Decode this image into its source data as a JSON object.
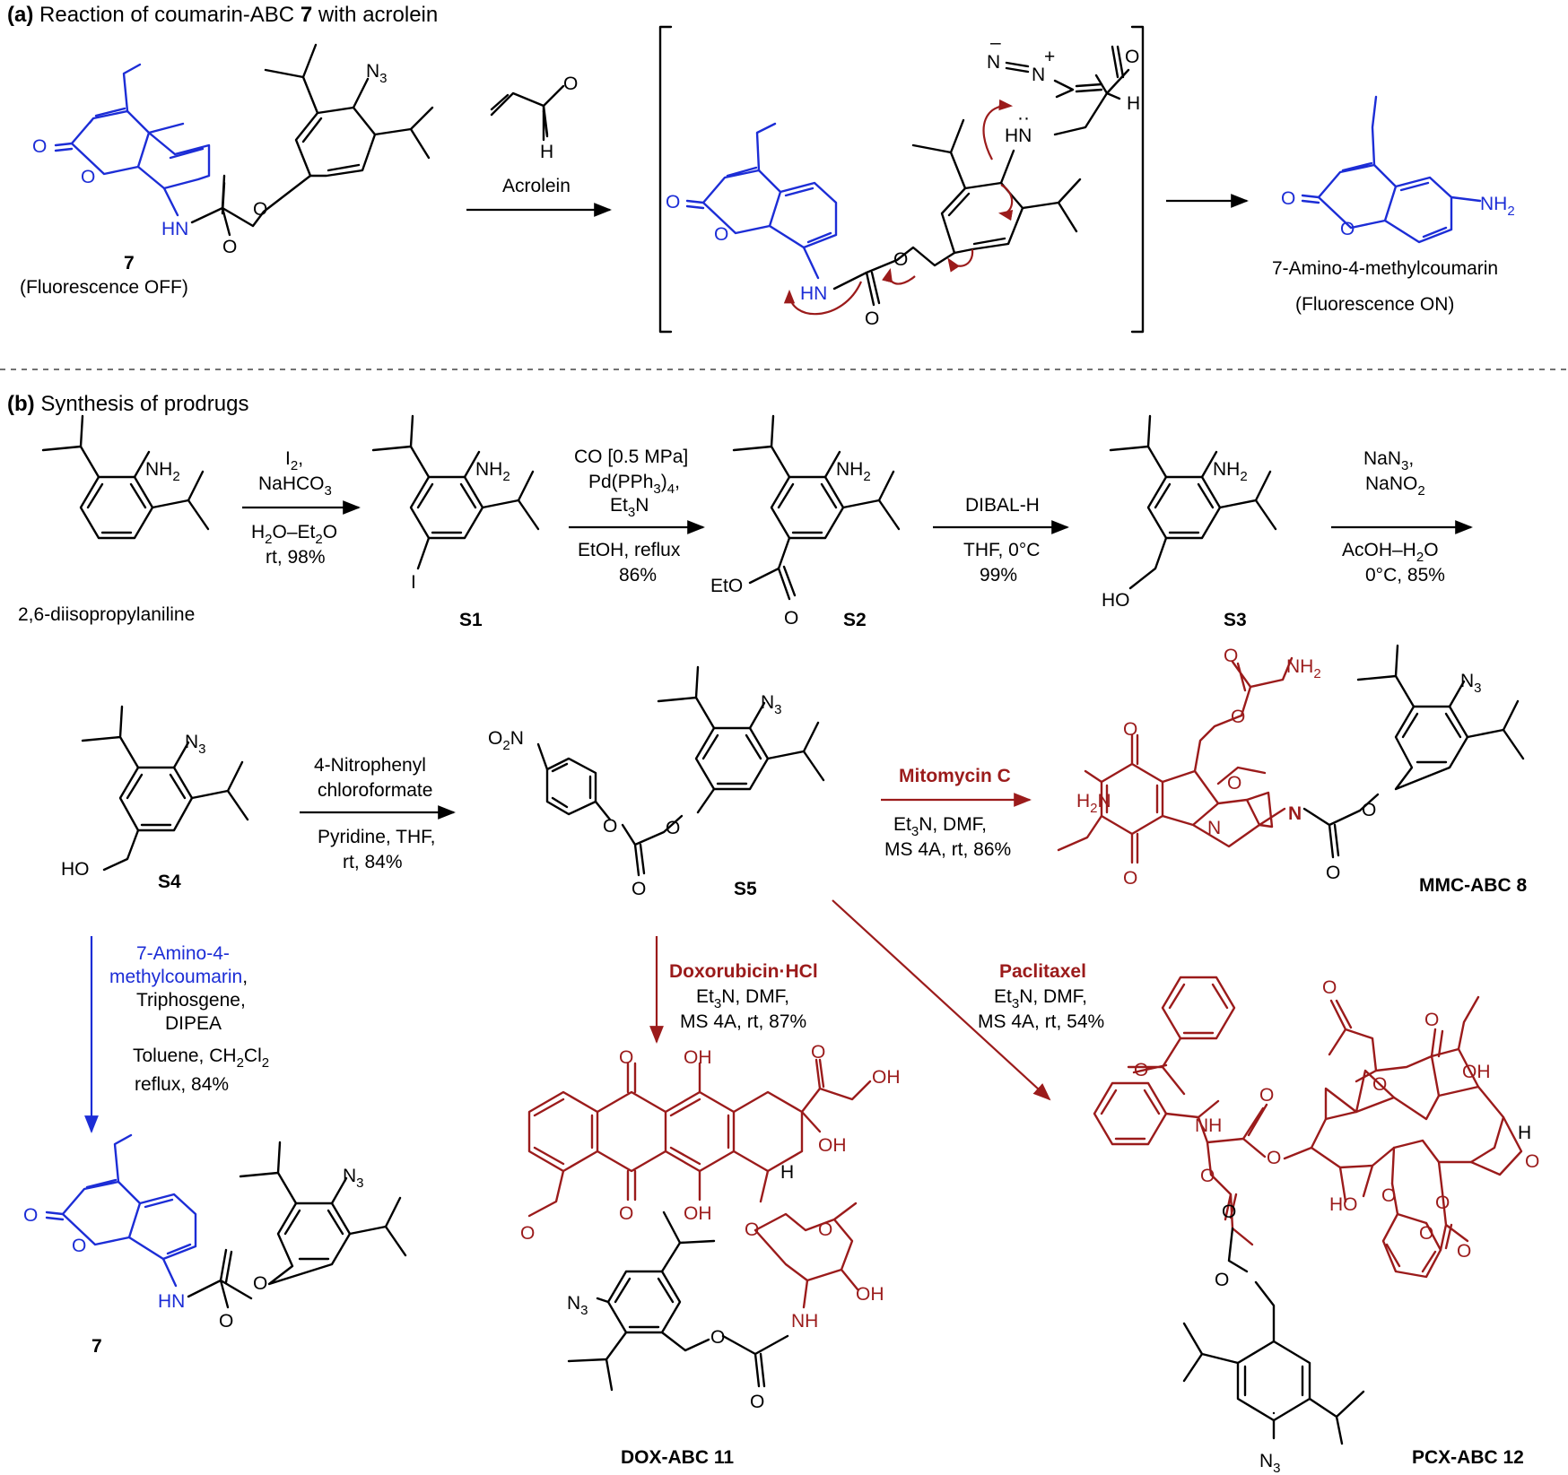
{
  "panel_a": {
    "letter": "(a)",
    "title_pre": "Reaction of coumarin-ABC ",
    "title_num": "7",
    "title_post": " with acrolein",
    "compound7_label": "7",
    "compound7_note": "(Fluorescence OFF)",
    "reagent_name": "Acrolein",
    "product_name": "7-Amino-4-methylcoumarin",
    "product_note": "(Fluorescence ON)"
  },
  "panel_b": {
    "letter": "(b)",
    "title": "Synthesis of prodrugs",
    "start_name": "2,6-diisopropylaniline",
    "step1": {
      "top1": "I",
      "top1_sub": "2",
      "top1_post": ",",
      "top2": "NaHCO",
      "top2_sub": "3",
      "bot1": "H",
      "bot1_sub": "2",
      "bot1_mid": "O–Et",
      "bot1_sub2": "2",
      "bot1_post": "O",
      "bot2": "rt, 98%"
    },
    "step2": {
      "top1": "CO [0.5 MPa]",
      "top2": "Pd(PPh",
      "top2_sub": "3",
      "top2_post": ")",
      "top2_sub2": "4",
      "top2_end": ",",
      "top3": "Et",
      "top3_sub": "3",
      "top3_post": "N",
      "bot1": "EtOH, reflux",
      "bot2": "86%"
    },
    "step3": {
      "top1": "DIBAL-H",
      "bot1": "THF, 0°C",
      "bot2": "99%"
    },
    "step4": {
      "top1": "NaN",
      "top1_sub": "3",
      "top1_post": ",",
      "top2": "NaNO",
      "top2_sub": "2",
      "bot1": "AcOH–H",
      "bot1_sub": "2",
      "bot1_post": "O",
      "bot2": "0°C, 85%"
    },
    "labels": {
      "S1": "S1",
      "S2": "S2",
      "S3": "S3",
      "S4": "S4",
      "S5": "S5",
      "c7": "7",
      "MMC": "MMC-ABC 8",
      "DOX": "DOX-ABC 11",
      "PCX": "PCX-ABC 12"
    },
    "step5": {
      "top1": "4-Nitrophenyl",
      "top2": "chloroformate",
      "bot1": "Pyridine, THF,",
      "bot2": "rt, 84%"
    },
    "mmc_step": {
      "top1": "Mitomycin C",
      "bot1_pre": "Et",
      "bot1_sub": "3",
      "bot1_post": "N, DMF,",
      "bot2": "MS 4A, rt, 86%"
    },
    "dox_step": {
      "top1": "Doxorubicin·HCl",
      "bot1_pre": "Et",
      "bot1_sub": "3",
      "bot1_post": "N, DMF,",
      "bot2": "MS 4A, rt, 87%"
    },
    "pcx_step": {
      "top1": "Paclitaxel",
      "bot1_pre": "Et",
      "bot1_sub": "3",
      "bot1_post": "N, DMF,",
      "bot2": "MS 4A, rt, 54%"
    },
    "coumarin_step": {
      "top1": "7-Amino-4-",
      "top2": "methylcoumarin",
      "top2_post": ",",
      "top3": "Triphosgene,",
      "top4": "DIPEA",
      "bot1": "Toluene, CH",
      "bot1_sub": "2",
      "bot1_post": "Cl",
      "bot1_sub2": "2",
      "bot2": "reflux, 84%"
    }
  },
  "atoms": {
    "O": "O",
    "N": "N",
    "H": "H",
    "HN": "HN",
    "NH": "NH",
    "NH2": "NH",
    "sub2": "2",
    "sub3": "3",
    "N3": "N",
    "I": "I",
    "EtO": "EtO",
    "HO": "HO",
    "OH": "OH",
    "O2N_O": "O",
    "O2N_N": "N",
    "H2N": "H",
    "minus": "–",
    "plus": "+",
    "Ndots": "N",
    "HNdots": "HN"
  },
  "colors": {
    "black": "#000000",
    "blue": "#1c2dd6",
    "red": "#9b1b1b"
  }
}
